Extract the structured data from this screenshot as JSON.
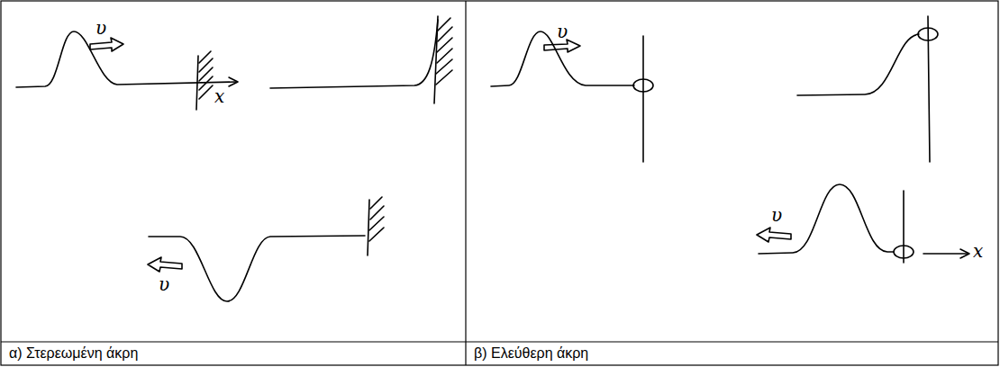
{
  "diagram": {
    "labels": [
      "υ",
      "x",
      "υ",
      "υ",
      "υ",
      "x",
      "α) Στερεωμένη άκρη",
      "β) Ελεύθερη άκρη"
    ]
  }
}
